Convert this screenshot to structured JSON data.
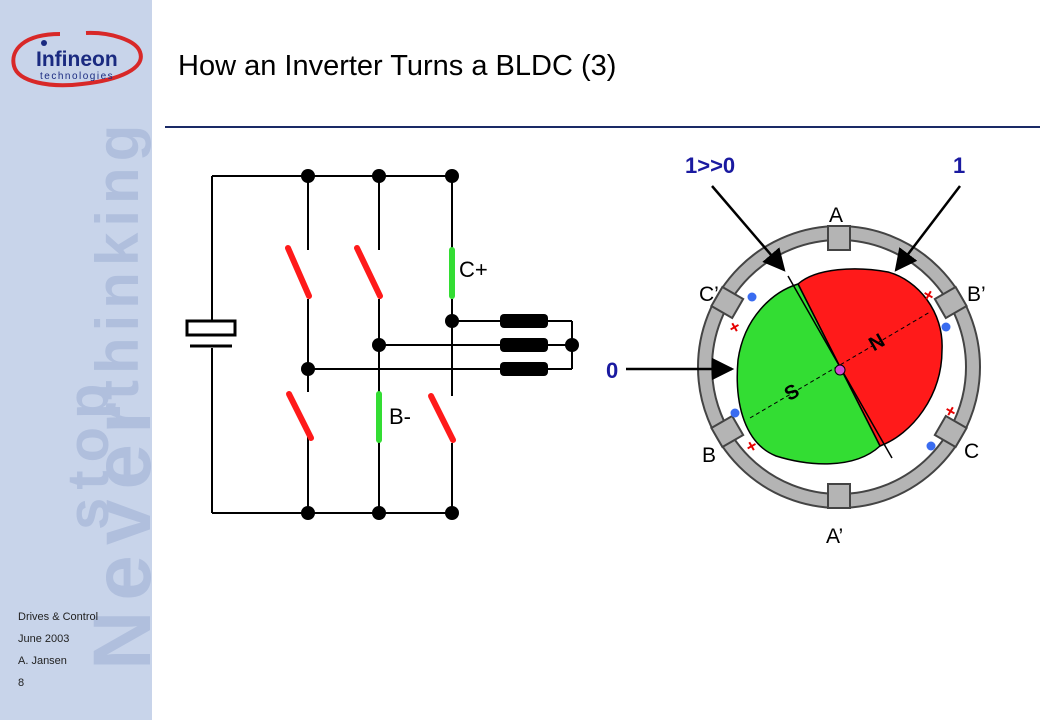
{
  "slide": {
    "title": "How an Inverter Turns a BLDC (3)",
    "logo": {
      "brand": "Infineon",
      "sub": "technologies"
    },
    "watermark": {
      "line1": "stop",
      "line2": "thinking",
      "line3": "Never"
    },
    "footer": [
      "Drives & Control",
      "June 2003",
      "A. Jansen",
      "8"
    ]
  },
  "inverter": {
    "labels": {
      "c_plus": "C+",
      "b_minus": "B-"
    },
    "colors": {
      "off_switch": "#ff1a1a",
      "on_switch": "#33dd33",
      "wire": "#000000"
    }
  },
  "motor": {
    "phase_labels": {
      "a": "A",
      "a_prime": "A’",
      "b": "B",
      "b_prime": "B’",
      "c": "C",
      "c_prime": "C’"
    },
    "pole_labels": {
      "north": "N",
      "south": "S"
    },
    "signals": {
      "left_top": "1>>0",
      "right_top": "1",
      "left": "0"
    },
    "colors": {
      "north_pole": "#ff1a1a",
      "south_pole": "#33dd33",
      "stator": "#b4b4b4",
      "signal": "#1a1aa0",
      "current_dot": "#3a6cf0",
      "current_cross": "#e60000"
    }
  }
}
